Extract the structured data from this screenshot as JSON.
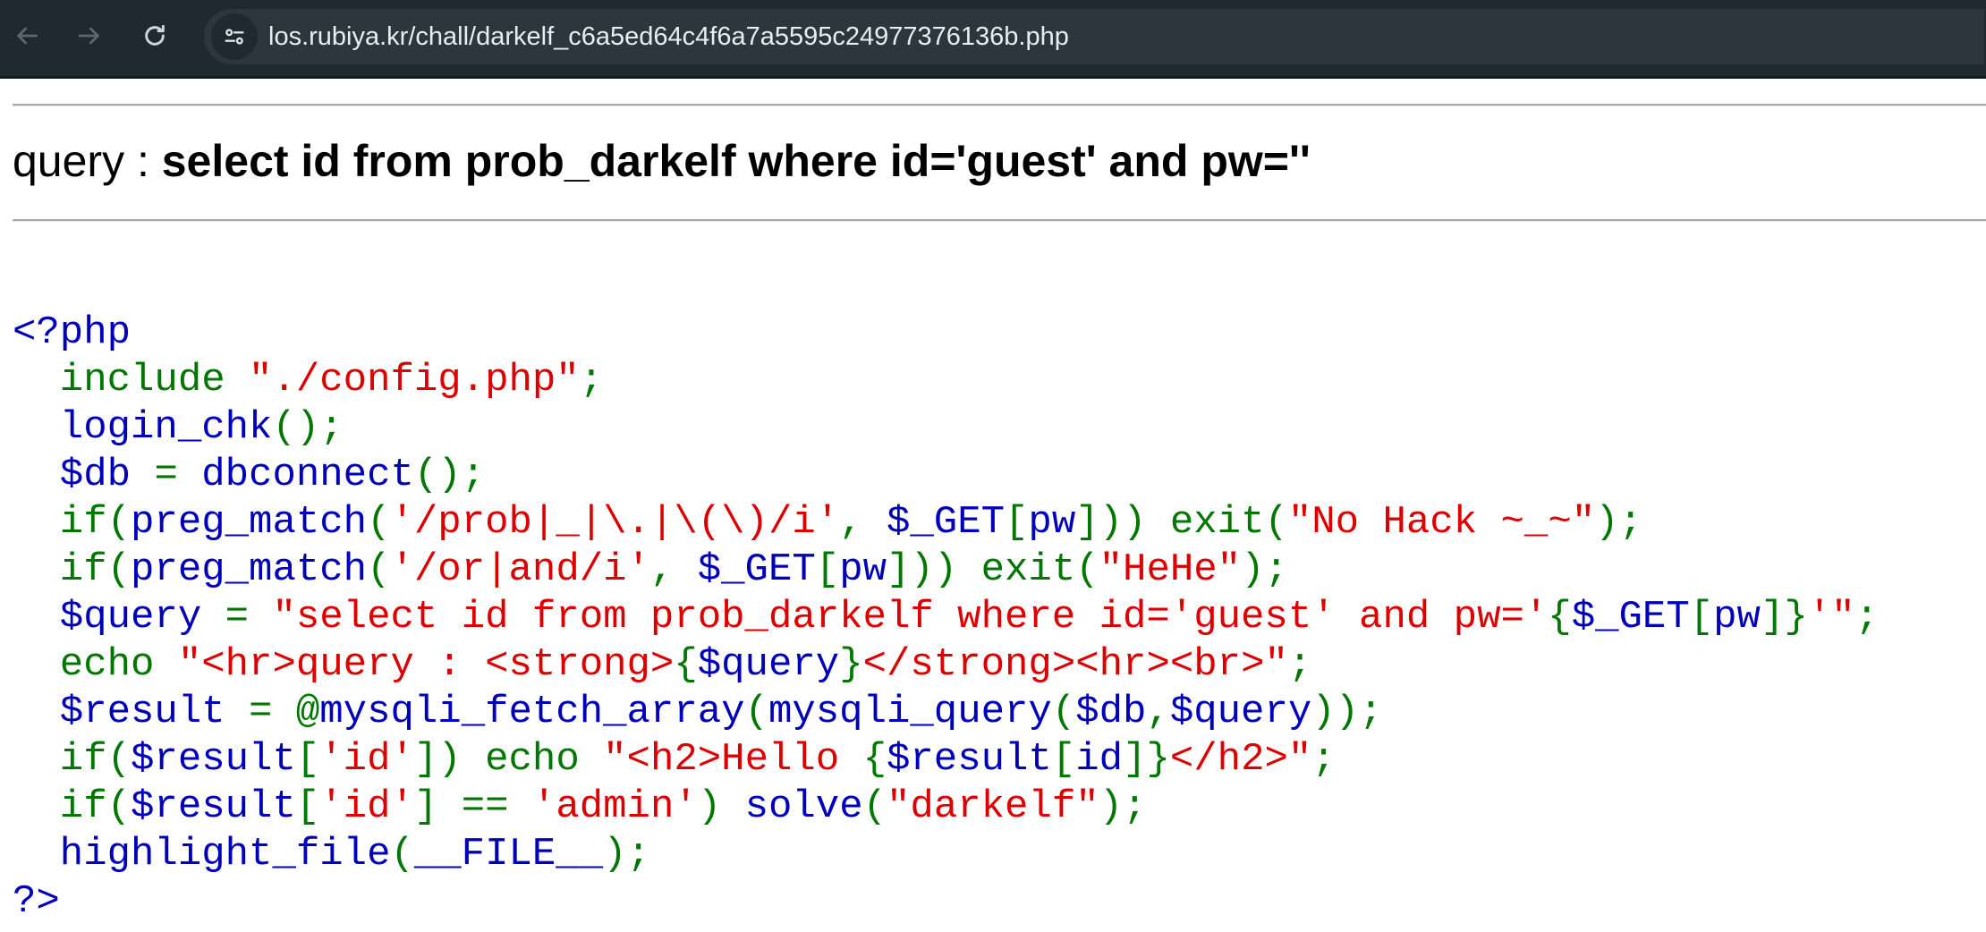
{
  "browser": {
    "url": "los.rubiya.kr/chall/darkelf_c6a5ed64c4f6a7a5595c24977376136b.php",
    "back_icon": "arrow-left-icon",
    "forward_icon": "arrow-right-icon",
    "reload_icon": "reload-icon",
    "site_info_icon": "tune-icon"
  },
  "query": {
    "label": "query : ",
    "sql": "select id from prob_darkelf where id='guest' and pw=''"
  },
  "colors": {
    "keyword": "#007700",
    "default": "#0000bb",
    "string": "#dd0000",
    "toolbar": "#1f2a30"
  },
  "code": {
    "lines": [
      [
        {
          "t": "<?php",
          "c": "b"
        }
      ],
      [
        {
          "t": "  include ",
          "c": "g"
        },
        {
          "t": "\"./config.php\"",
          "c": "r"
        },
        {
          "t": ";",
          "c": "g"
        }
      ],
      [
        {
          "t": "  login_chk",
          "c": "b"
        },
        {
          "t": "();",
          "c": "g"
        }
      ],
      [
        {
          "t": "  $db ",
          "c": "b"
        },
        {
          "t": "= ",
          "c": "g"
        },
        {
          "t": "dbconnect",
          "c": "b"
        },
        {
          "t": "();",
          "c": "g"
        }
      ],
      [
        {
          "t": "  if(",
          "c": "g"
        },
        {
          "t": "preg_match",
          "c": "b"
        },
        {
          "t": "(",
          "c": "g"
        },
        {
          "t": "'/prob|_|\\.|\\(\\)/i'",
          "c": "r"
        },
        {
          "t": ", ",
          "c": "g"
        },
        {
          "t": "$_GET",
          "c": "b"
        },
        {
          "t": "[",
          "c": "g"
        },
        {
          "t": "pw",
          "c": "b"
        },
        {
          "t": "])) exit(",
          "c": "g"
        },
        {
          "t": "\"No Hack ~_~\"",
          "c": "r"
        },
        {
          "t": ");",
          "c": "g"
        }
      ],
      [
        {
          "t": "  if(",
          "c": "g"
        },
        {
          "t": "preg_match",
          "c": "b"
        },
        {
          "t": "(",
          "c": "g"
        },
        {
          "t": "'/or|and/i'",
          "c": "r"
        },
        {
          "t": ", ",
          "c": "g"
        },
        {
          "t": "$_GET",
          "c": "b"
        },
        {
          "t": "[",
          "c": "g"
        },
        {
          "t": "pw",
          "c": "b"
        },
        {
          "t": "])) exit(",
          "c": "g"
        },
        {
          "t": "\"HeHe\"",
          "c": "r"
        },
        {
          "t": ");",
          "c": "g"
        }
      ],
      [
        {
          "t": "  $query ",
          "c": "b"
        },
        {
          "t": "= ",
          "c": "g"
        },
        {
          "t": "\"select id from prob_darkelf where id='guest' and pw='",
          "c": "r"
        },
        {
          "t": "{",
          "c": "g"
        },
        {
          "t": "$_GET",
          "c": "b"
        },
        {
          "t": "[",
          "c": "g"
        },
        {
          "t": "pw",
          "c": "b"
        },
        {
          "t": "]}",
          "c": "g"
        },
        {
          "t": "'\"",
          "c": "r"
        },
        {
          "t": ";",
          "c": "g"
        }
      ],
      [
        {
          "t": "  echo ",
          "c": "g"
        },
        {
          "t": "\"<hr>query : <strong>",
          "c": "r"
        },
        {
          "t": "{",
          "c": "g"
        },
        {
          "t": "$query",
          "c": "b"
        },
        {
          "t": "}",
          "c": "g"
        },
        {
          "t": "</strong><hr><br>\"",
          "c": "r"
        },
        {
          "t": ";",
          "c": "g"
        }
      ],
      [
        {
          "t": "  $result ",
          "c": "b"
        },
        {
          "t": "= @",
          "c": "g"
        },
        {
          "t": "mysqli_fetch_array",
          "c": "b"
        },
        {
          "t": "(",
          "c": "g"
        },
        {
          "t": "mysqli_query",
          "c": "b"
        },
        {
          "t": "(",
          "c": "g"
        },
        {
          "t": "$db",
          "c": "b"
        },
        {
          "t": ",",
          "c": "g"
        },
        {
          "t": "$query",
          "c": "b"
        },
        {
          "t": "));",
          "c": "g"
        }
      ],
      [
        {
          "t": "  if(",
          "c": "g"
        },
        {
          "t": "$result",
          "c": "b"
        },
        {
          "t": "[",
          "c": "g"
        },
        {
          "t": "'id'",
          "c": "r"
        },
        {
          "t": "]) echo ",
          "c": "g"
        },
        {
          "t": "\"<h2>Hello ",
          "c": "r"
        },
        {
          "t": "{",
          "c": "g"
        },
        {
          "t": "$result",
          "c": "b"
        },
        {
          "t": "[",
          "c": "g"
        },
        {
          "t": "id",
          "c": "b"
        },
        {
          "t": "]}",
          "c": "g"
        },
        {
          "t": "</h2>\"",
          "c": "r"
        },
        {
          "t": ";",
          "c": "g"
        }
      ],
      [
        {
          "t": "  if(",
          "c": "g"
        },
        {
          "t": "$result",
          "c": "b"
        },
        {
          "t": "[",
          "c": "g"
        },
        {
          "t": "'id'",
          "c": "r"
        },
        {
          "t": "] == ",
          "c": "g"
        },
        {
          "t": "'admin'",
          "c": "r"
        },
        {
          "t": ") ",
          "c": "g"
        },
        {
          "t": "solve",
          "c": "b"
        },
        {
          "t": "(",
          "c": "g"
        },
        {
          "t": "\"darkelf\"",
          "c": "r"
        },
        {
          "t": ");",
          "c": "g"
        }
      ],
      [
        {
          "t": "  highlight_file",
          "c": "b"
        },
        {
          "t": "(",
          "c": "g"
        },
        {
          "t": "__FILE__",
          "c": "b"
        },
        {
          "t": ");",
          "c": "g"
        }
      ],
      [
        {
          "t": "?>",
          "c": "b"
        }
      ]
    ]
  }
}
